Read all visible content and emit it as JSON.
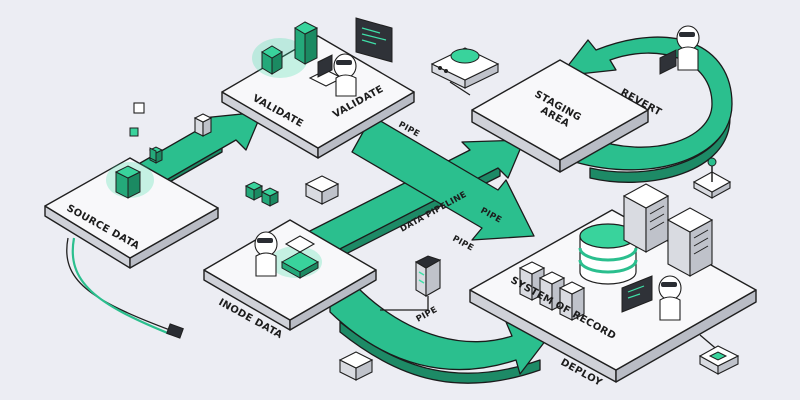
{
  "labels": {
    "source": "SOURCE DATA",
    "validate1": "VALIDATE",
    "validate2": "VALIDATE",
    "staging": [
      "STAGING",
      "AREA"
    ],
    "revert": "REVERT",
    "pipe_upper": "PIPE",
    "pipeline": "DATA PIPELINE",
    "pipe_right": "PIPE",
    "pipe_lower_left": "PIPE",
    "inode": "INODE DATA",
    "pipe_bottom": "PIPE",
    "record": "SYSTEM OF RECORD",
    "deploy": "DEPLOY"
  },
  "colors": {
    "accent": "#2bbf8e",
    "accent_dark": "#1d8a66",
    "background": "#ecedf3"
  }
}
